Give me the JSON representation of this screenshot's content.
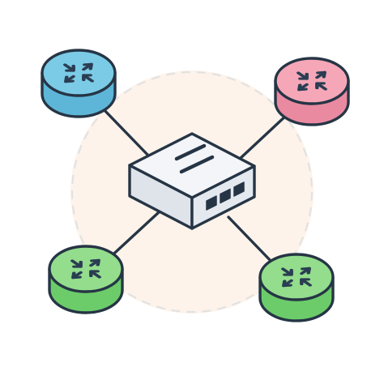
{
  "diagram": {
    "background_halo_color": "#fdf3ea",
    "outline_color": "#263545",
    "switch": {
      "icon": "network-switch-icon",
      "body_color": "#e4e8ef",
      "top_color": "#f3f5f9",
      "port_count": 3
    },
    "routers": [
      {
        "name": "router-top-left",
        "icon": "router-icon",
        "color": "#7bcbe6",
        "side_color": "#5db6d8",
        "arrow_color": "#2a3d52"
      },
      {
        "name": "router-top-right",
        "icon": "router-icon",
        "color": "#f5a7b8",
        "side_color": "#ea8aa1",
        "arrow_color": "#2a3d52"
      },
      {
        "name": "router-bottom-left",
        "icon": "router-icon",
        "color": "#93dd8c",
        "side_color": "#6ccc6a",
        "arrow_color": "#2a3d52"
      },
      {
        "name": "router-bottom-right",
        "icon": "router-icon",
        "color": "#93dd8c",
        "side_color": "#6ccc6a",
        "arrow_color": "#2a3d52"
      }
    ]
  }
}
